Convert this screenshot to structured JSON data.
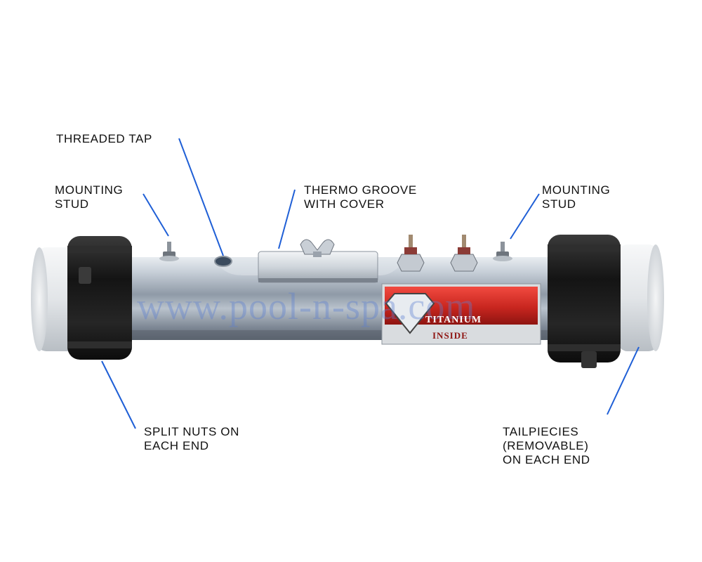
{
  "image": {
    "subject": "heater-tube-assembly",
    "watermark_text": "www.pool-n-spa.com",
    "badge_text": {
      "line1": "TITANIUM",
      "line2": "INSIDE"
    }
  },
  "callouts": {
    "threaded_tap": {
      "line1": "THREADED TAP"
    },
    "mounting_stud_left": {
      "line1": "MOUNTING",
      "line2": "STUD"
    },
    "thermo_groove": {
      "line1": "THERMO GROOVE",
      "line2": "WITH COVER"
    },
    "mounting_stud_right": {
      "line1": "MOUNTING",
      "line2": "STUD"
    },
    "split_nuts": {
      "line1": "SPLIT NUTS ON",
      "line2": "EACH END"
    },
    "tailpieces": {
      "line1": "TAILPIECIES",
      "line2": "(REMOVABLE)",
      "line3": "ON EACH END"
    }
  },
  "colors": {
    "leader_line": "#1f5fd6",
    "label_text": "#111111",
    "tube_metal": "#aab4bf",
    "split_nut": "#1c1c1c",
    "tailpiece": "#e6e8ea",
    "badge_red": "#d0322c"
  }
}
